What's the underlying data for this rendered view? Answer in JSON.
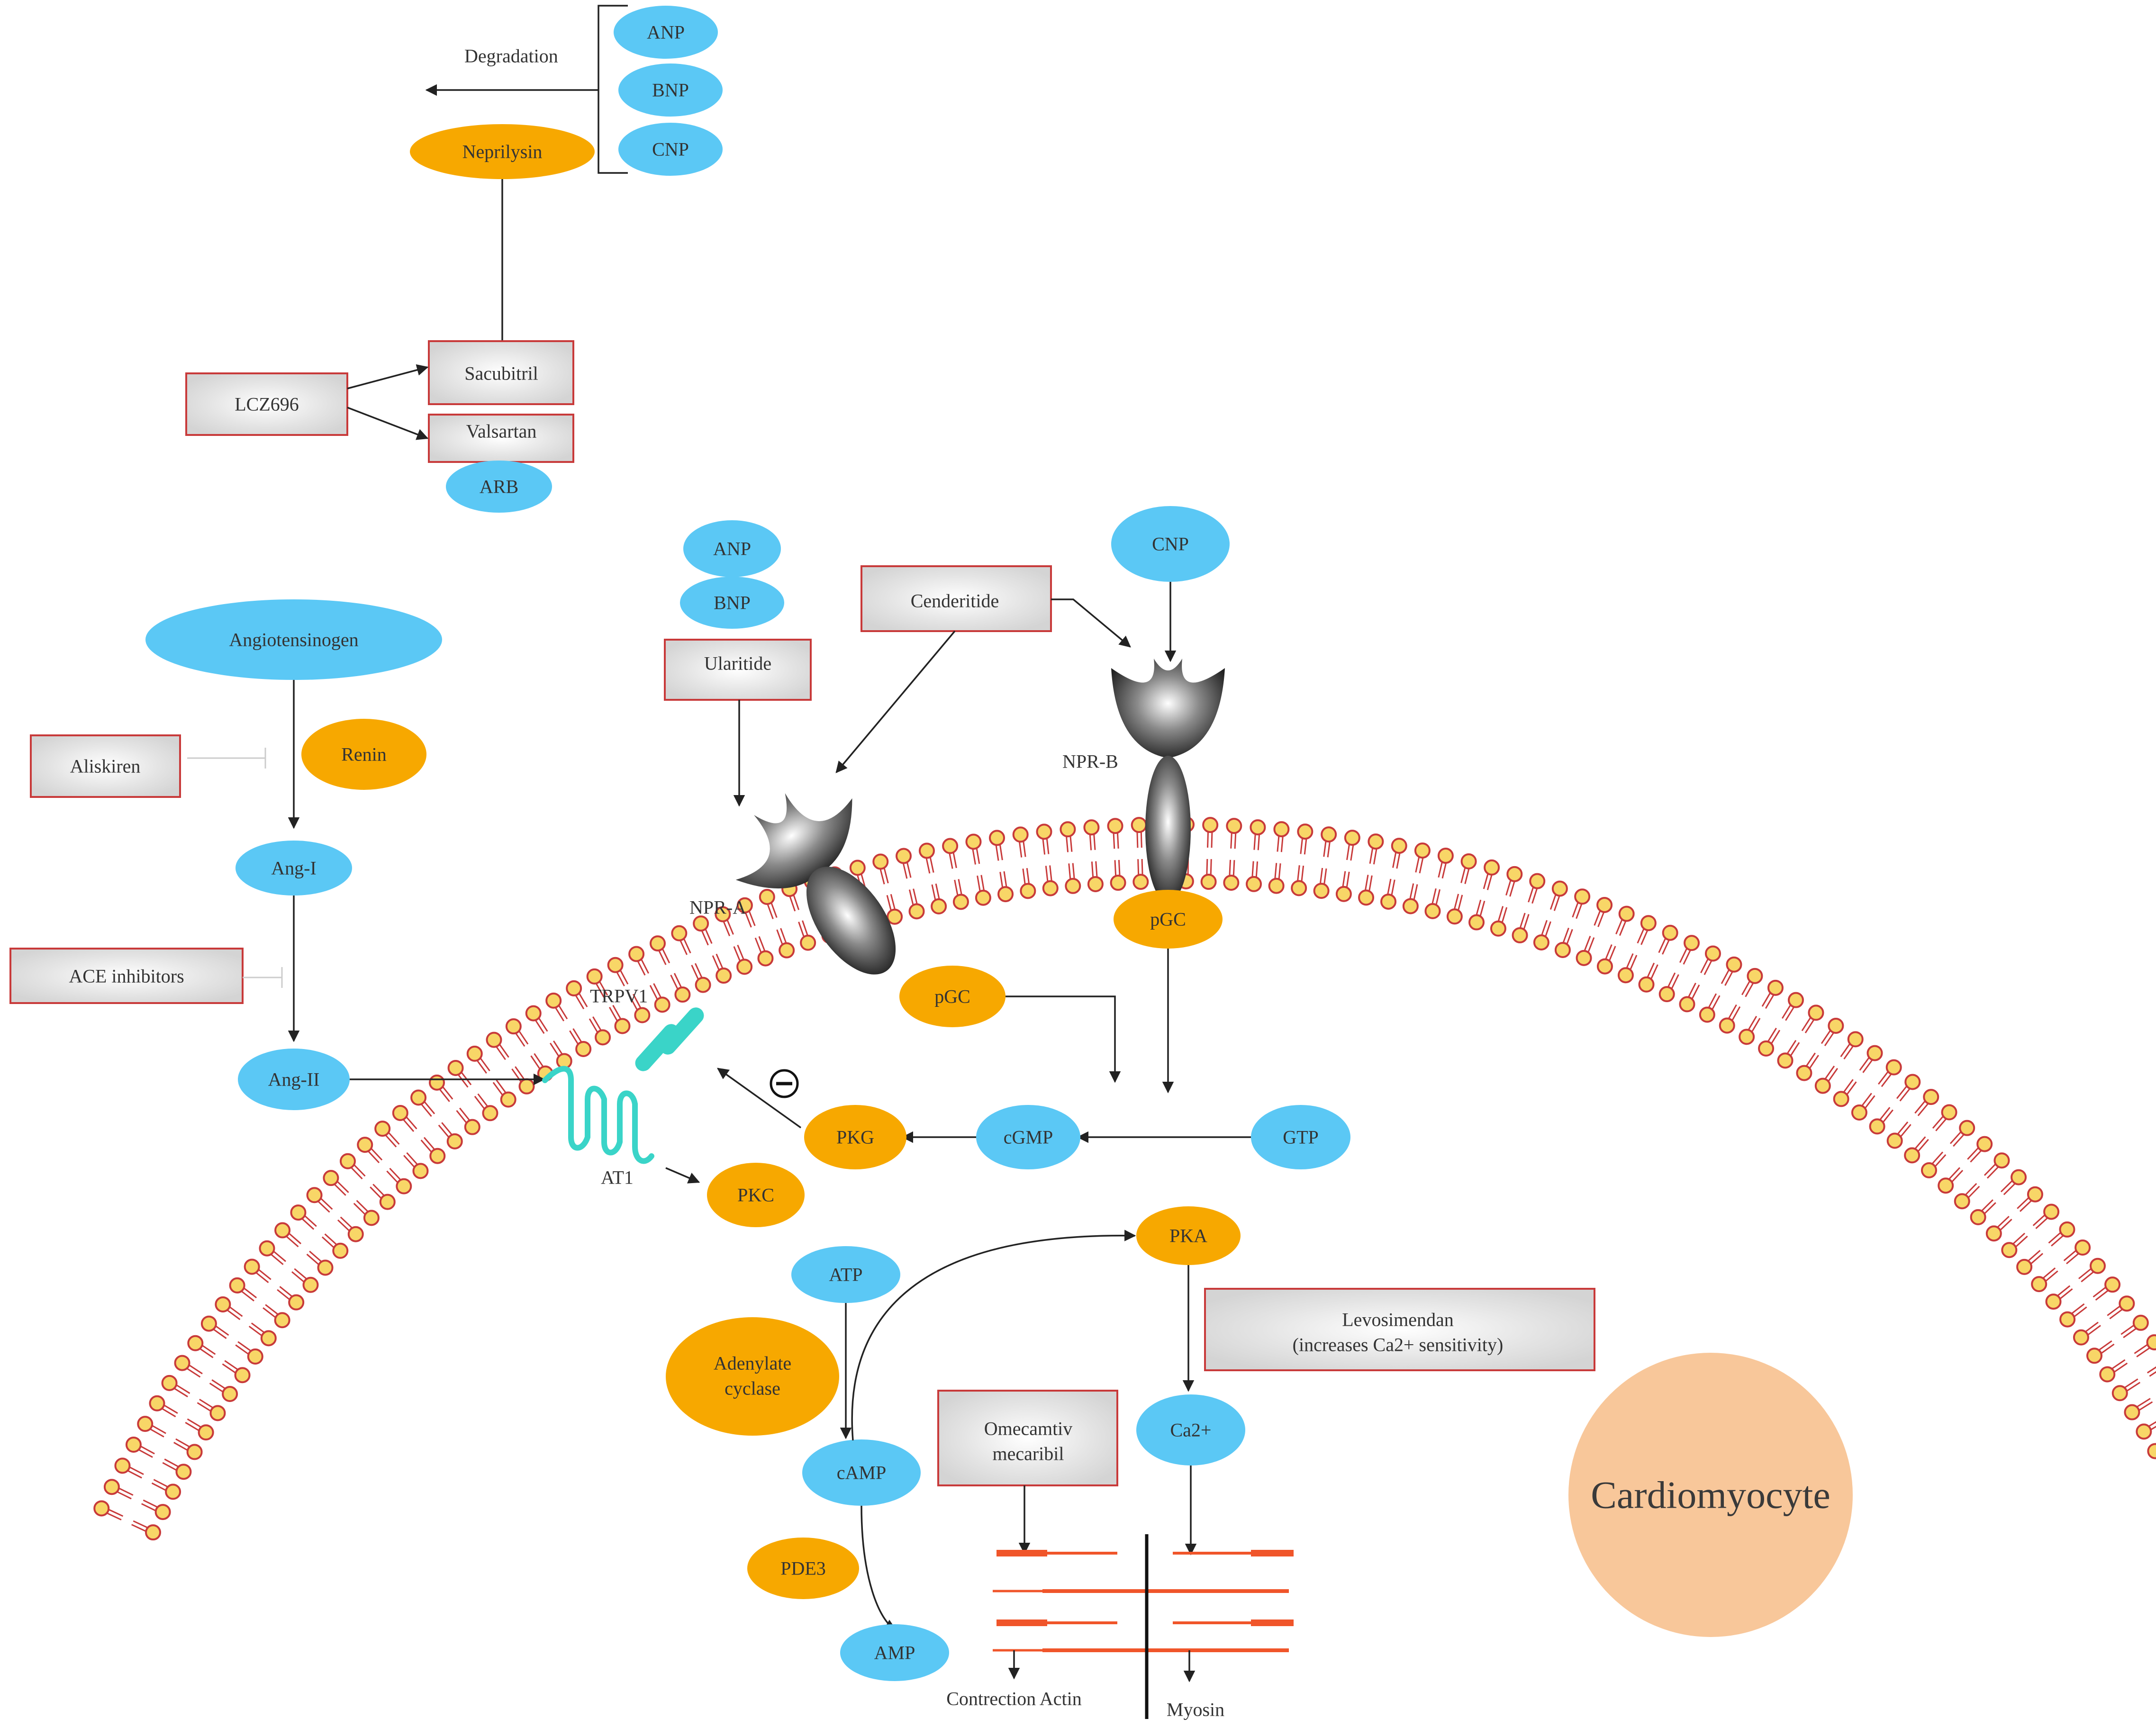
{
  "colors": {
    "blue": "#5bc8f5",
    "orange": "#f7a800",
    "drug_border": "#c83a3a",
    "membrane_head": "#f8d667",
    "membrane_tail": "#c83a3a",
    "receptor_teal": "#3ad4c8",
    "cell": "#f8c79a",
    "sarcomere": "#f0552a"
  },
  "labels": {
    "degradation": "Degradation",
    "anp_top": "ANP",
    "bnp_top": "BNP",
    "cnp_top": "CNP",
    "neprilysin": "Neprilysin",
    "lcz696": "LCZ696",
    "sacubitril": "Sacubitril",
    "valsartan": "Valsartan",
    "arb": "ARB",
    "angiotensinogen": "Angiotensinogen",
    "aliskiren": "Aliskiren",
    "renin": "Renin",
    "ang1": "Ang-I",
    "ace_inhibitors": "ACE inhibitors",
    "ang2": "Ang-II",
    "anp_mid": "ANP",
    "bnp_mid": "BNP",
    "ularitide": "Ularitide",
    "cenderitide": "Cenderitide",
    "cnp_mid": "CNP",
    "npr_b": "NPR-B",
    "npr_a": "NPR-A",
    "pgc_b": "pGC",
    "pgc_a": "pGC",
    "trpv1": "TRPV1",
    "at1": "AT1",
    "pkg": "PKG",
    "cgmp": "cGMP",
    "gtp": "GTP",
    "pkc": "PKC",
    "inhibit_symbol": "⊖",
    "pka": "PKA",
    "atp": "ATP",
    "adenylate_cyclase_1": "Adenylate",
    "adenylate_cyclase_2": "cyclase",
    "camp": "cAMP",
    "pde3": "PDE3",
    "amp": "AMP",
    "levosimendan_1": "Levosimendan",
    "levosimendan_2": "(increases Ca2+ sensitivity)",
    "omecamtiv_1": "Omecamtiv",
    "omecamtiv_2": "mecaribil",
    "ca2": "Ca2+",
    "cardiomyocyte": "Cardiomyocyte",
    "contraction_actin": "Contrection Actin",
    "myosin": "Myosin"
  }
}
